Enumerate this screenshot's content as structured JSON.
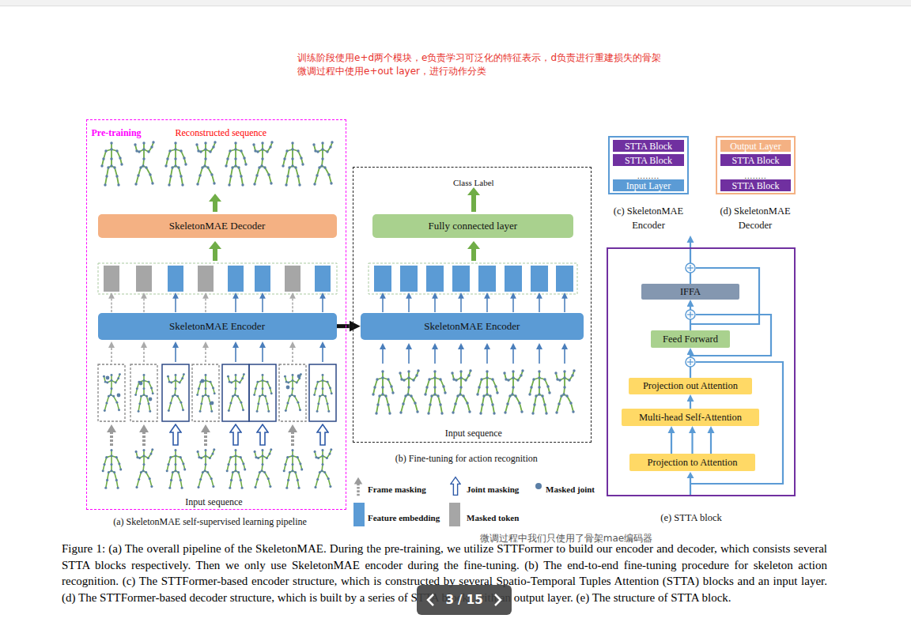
{
  "diagram": {
    "caption": "Figure 1: (a) The overall pipeline of the SkeletonMAE. During the pre-training, we utilize STTFormer to build our encoder and decoder, which consists several STTA blocks respectively. Then we only use SkeletonMAE encoder during the fine-tuning. (b) The end-to-end fine-tuning procedure for skeleton action recognition. (c) The STTFormer-based encoder structure, which is constructed by several Spatio-Temporal Tuples Attention (STTA) blocks and an input layer. (d) The STTFormer-based decoder structure, which is built by a series of STTA blocks with an output layer. (e) The structure of STTA block.",
    "nodes": [
      {
        "text": [
          "Pre-training",
          "Reconstructed sequence",
          "Input sequence",
          "(a) SkeletonMAE self-supervised learning pipeline"
        ]
      },
      {
        "text": [
          "SkeletonMAE Decoder"
        ],
        "in": 0
      },
      {
        "text": [
          "SkeletonMAE Encoder"
        ],
        "in": 0
      },
      {
        "text": [
          "Class Label",
          "Input sequence",
          "(b) Fine-tuning for action recognition"
        ]
      },
      {
        "text": [
          "Fully connected layer"
        ],
        "in": 3
      },
      {
        "text": [
          "SkeletonMAE Encoder"
        ],
        "in": 3
      },
      {
        "text": [
          "........",
          "(c) SkeletonMAE Encoder"
        ]
      },
      {
        "text": [
          "STTA Block"
        ],
        "in": 6
      },
      {
        "text": [
          "STTA Block"
        ],
        "in": 6
      },
      {
        "text": [
          "Input Layer"
        ],
        "in": 6
      },
      {
        "text": [
          "........",
          "(d) SkeletonMAE Decoder"
        ]
      },
      {
        "text": [
          "Output Layer"
        ],
        "in": 10
      },
      {
        "text": [
          "STTA Block"
        ],
        "in": 10
      },
      {
        "text": [
          "STTA Block"
        ],
        "in": 10
      },
      {
        "text": [
          "(e) STTA block"
        ]
      },
      {
        "text": [
          "IFFA"
        ],
        "in": 14
      },
      {
        "text": [
          "Feed Forward"
        ],
        "in": 14
      },
      {
        "text": [
          "Projection out Attention"
        ],
        "in": 14
      },
      {
        "text": [
          "Multi-head Self-Attention"
        ],
        "in": 14
      },
      {
        "text": [
          "Projection to Attention"
        ],
        "in": 14
      }
    ],
    "edges": [
      {
        "from": 2,
        "to": 5,
        "arrow": "to"
      },
      {
        "from": 19,
        "to": 18,
        "arrow": "to"
      },
      {
        "from": 18,
        "to": 17,
        "arrow": "to"
      },
      {
        "from": 17,
        "to": 16,
        "arrow": "to"
      },
      {
        "from": 16,
        "to": 15,
        "arrow": "to"
      }
    ],
    "labels": [
      "训练阶段使用e+d两个模块，e负责学习可泛化的特征表示，d负责进行重建损失的骨架",
      "微调过程中使用e+out layer，进行动作分类",
      "微调过程中我们只使用了骨架mae编码器",
      "3 / 15"
    ],
    "legend": [
      {
        "text": "Frame masking"
      },
      {
        "text": "Joint masking"
      },
      {
        "text": "Masked joint"
      },
      {
        "text": "Feature embedding",
        "color": "#5b9bd5"
      },
      {
        "text": "Masked token",
        "color": "#a6a6a6"
      }
    ]
  }
}
